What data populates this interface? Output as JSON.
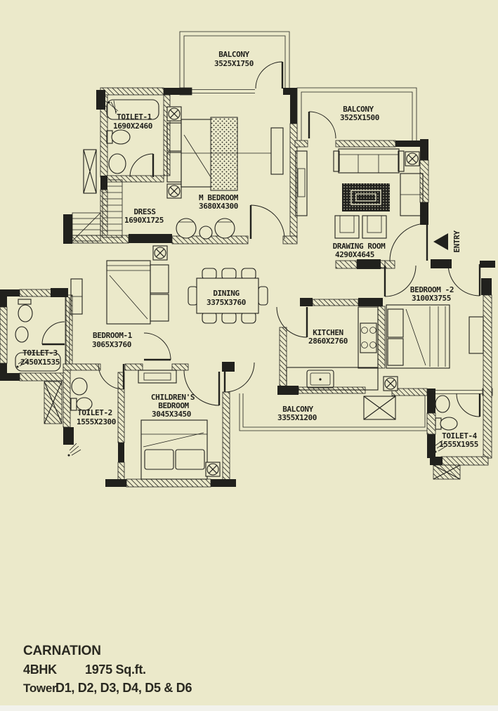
{
  "colors": {
    "background": "#ebe9ca",
    "line": "#21211d",
    "rug": "#21211d",
    "bottom_strip": "#f2f2ec"
  },
  "rooms": [
    {
      "name": "BALCONY",
      "dims": "3525X1750"
    },
    {
      "name": "TOILET-1",
      "dims": "1690X2460"
    },
    {
      "name": "M BEDROOM",
      "dims": "3680X4300"
    },
    {
      "name": "BALCONY",
      "dims": "3525X1500"
    },
    {
      "name": "DRESS",
      "dims": "1690X1725"
    },
    {
      "name": "DRAWING ROOM",
      "dims": "4290X4645"
    },
    {
      "name": "BEDROOM -2",
      "dims": "3100X3755"
    },
    {
      "name": "DINING",
      "dims": "3375X3760"
    },
    {
      "name": "BEDROOM-1",
      "dims": "3065X3760"
    },
    {
      "name": "KITCHEN",
      "dims": "2860X2760"
    },
    {
      "name": "TOILET-3",
      "dims": "2450X1535"
    },
    {
      "name": "TOILET-2",
      "dims": "1555X2300"
    },
    {
      "name": "CHILDREN'S",
      "name_line2": "BEDROOM",
      "dims": "3045X3450"
    },
    {
      "name": "BALCONY",
      "dims": "3355X1200"
    },
    {
      "name": "TOILET-4",
      "dims": "1555X1955"
    }
  ],
  "entry_label": "ENTRY",
  "footer": {
    "project": "CARNATION",
    "bhk": "4BHK",
    "area": "1975 Sq.ft.",
    "tower_label": "Tower",
    "towers": "D1, D2, D3, D4, D5 & D6"
  }
}
